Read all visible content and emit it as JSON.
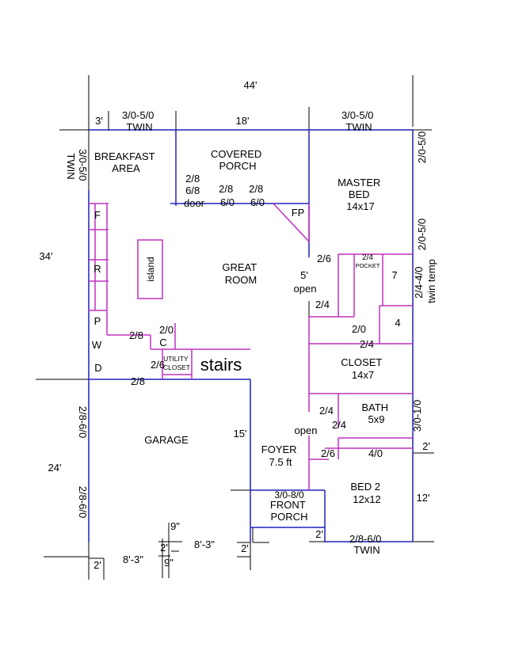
{
  "dims": {
    "top_44": "44'",
    "left_34": "34'",
    "left_24": "24'",
    "seg_3": "3'",
    "seg_18": "18'",
    "seg_15": "15'",
    "seg_12": "12'",
    "seg_5": "5'",
    "bottom_8_3_left": "8'-3\"",
    "bottom_8_3_right": "8'-3\"",
    "bottom_9_top": "9\"",
    "bottom_9_low": "9\"",
    "two_a": "2'",
    "two_b": "2'",
    "two_c": "2'",
    "two_d": "2'",
    "two_e": "2'"
  },
  "windows": {
    "w_top_left": [
      "3/0-5/0",
      "TWIN"
    ],
    "w_top_right": [
      "3/0-5/0",
      "TWIN"
    ],
    "w_left_vertical": [
      "3/0-5/0",
      "TWIN"
    ],
    "w_right_top_vertical": "2/0-5/0",
    "w_right_mid_vertical": "2/0-5/0",
    "w_right_twin_temp": [
      "2/4-4/0",
      "twin temp"
    ],
    "w_right_bath": "3/0-1/0",
    "w_garage_upper": "2/8-6/0",
    "w_garage_lower": "2/8-6/0",
    "w_bed2_bottom": [
      "2/8-6/0",
      "TWIN"
    ],
    "w_front_porch": "3/0-8/0"
  },
  "rooms": {
    "breakfast": [
      "BREAKFAST",
      "AREA"
    ],
    "covered_porch": [
      "COVERED",
      "PORCH"
    ],
    "master_bed": [
      "MASTER",
      "BED",
      "14x17"
    ],
    "great_room": [
      "GREAT",
      "ROOM"
    ],
    "island": "island",
    "closet": [
      "CLOSET",
      "14x7"
    ],
    "bath": [
      "BATH",
      "5x9"
    ],
    "garage": "GARAGE",
    "foyer": [
      "FOYER",
      "7.5 ft"
    ],
    "bed2": [
      "BED 2",
      "12x12"
    ],
    "front_porch": [
      "FRONT",
      "PORCH"
    ],
    "utility": [
      "UTILITY",
      "CLOSET"
    ],
    "stairs": "stairs",
    "fp": "FP"
  },
  "openings": {
    "door_2_8_a": [
      "2/8",
      "6/8",
      "door"
    ],
    "door_2_8_6_0_a": [
      "2/8",
      "6/0"
    ],
    "door_2_8_6_0_b": [
      "2/8",
      "6/0"
    ],
    "d_2_6_master": "2/6",
    "open_great": "open",
    "d_2_4_pocket": "2/4",
    "pocket": "POCKET",
    "d_7": "7",
    "d_2_4_left": "2/4",
    "d_4": "4",
    "d_2_0_closet": "2/0",
    "d_2_4_closet": "2/4",
    "d_2_8_pantry": "2/8",
    "d_2_0_c": "2/0",
    "d_2_6_util": "2/6",
    "d_2_8_garage": "2/8",
    "d_2_4_bath_l": "2/4",
    "d_2_4_bath_b": "2/4",
    "open_foyer": "open",
    "d_2_6_foyer": "2/6",
    "d_4_0": "4/0"
  },
  "cabinets": {
    "f": "F",
    "r": "R",
    "p": "P",
    "w": "W",
    "d": "D",
    "c": "C"
  }
}
